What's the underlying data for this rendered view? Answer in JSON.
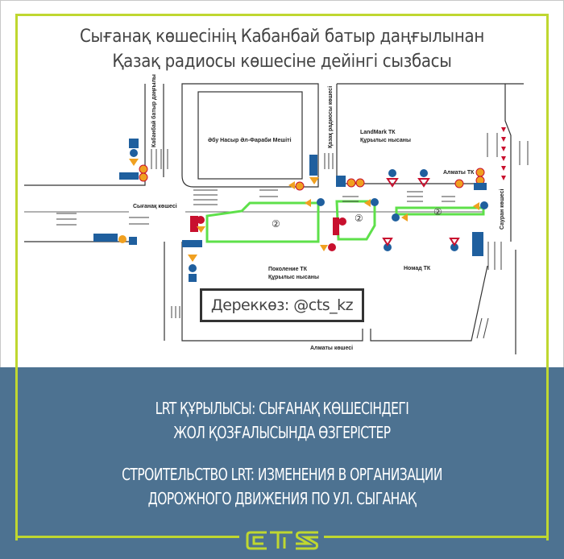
{
  "header": {
    "title_line1": "Сығанақ көшесінің Кабанбай батыр даңғылынан",
    "title_line2": "Қазақ радиосы көшесіне дейінгі сызбасы"
  },
  "map": {
    "streets": {
      "kabanbay": "Кабанбай батыр даңғылы",
      "kazakh_radio": "Қазақ радиосы көшесі",
      "syganak": "Сығанақ көшесі",
      "almaty": "Алматы көшесі",
      "sauran": "Сауран көшесі"
    },
    "buildings": {
      "mosque": "Әбу Насыр Әл-Фараби Мешіті",
      "landmark_line1": "LandMark ТК",
      "landmark_line2": "Құрылыс нысаны",
      "almaty_tc": "Алматы ТК",
      "pokolenie_line1": "Поколение ТК",
      "pokolenie_line2": "Құрылыс нысаны",
      "nomad": "Номад ТК"
    },
    "zone_marker": "②",
    "source": "Дереккөз: @cts_kz"
  },
  "headlines": {
    "kazakh_line1": "LRT құрылысы: Сығанақ көшесіндегі",
    "kazakh_line2": "жол қозғалысында өзгерістер",
    "russian_line1": "Строительство LRT: изменения в организации",
    "russian_line2": "дорожного движения по ул. Сыганақ"
  },
  "logo": {
    "text": "CTS"
  },
  "colors": {
    "panel": "#4d7291",
    "accent": "#bfd730",
    "work_zone": "#5ee04a",
    "sign_blue": "#1f5f9e",
    "sign_red": "#c8102e",
    "sign_orange": "#f0a020"
  }
}
